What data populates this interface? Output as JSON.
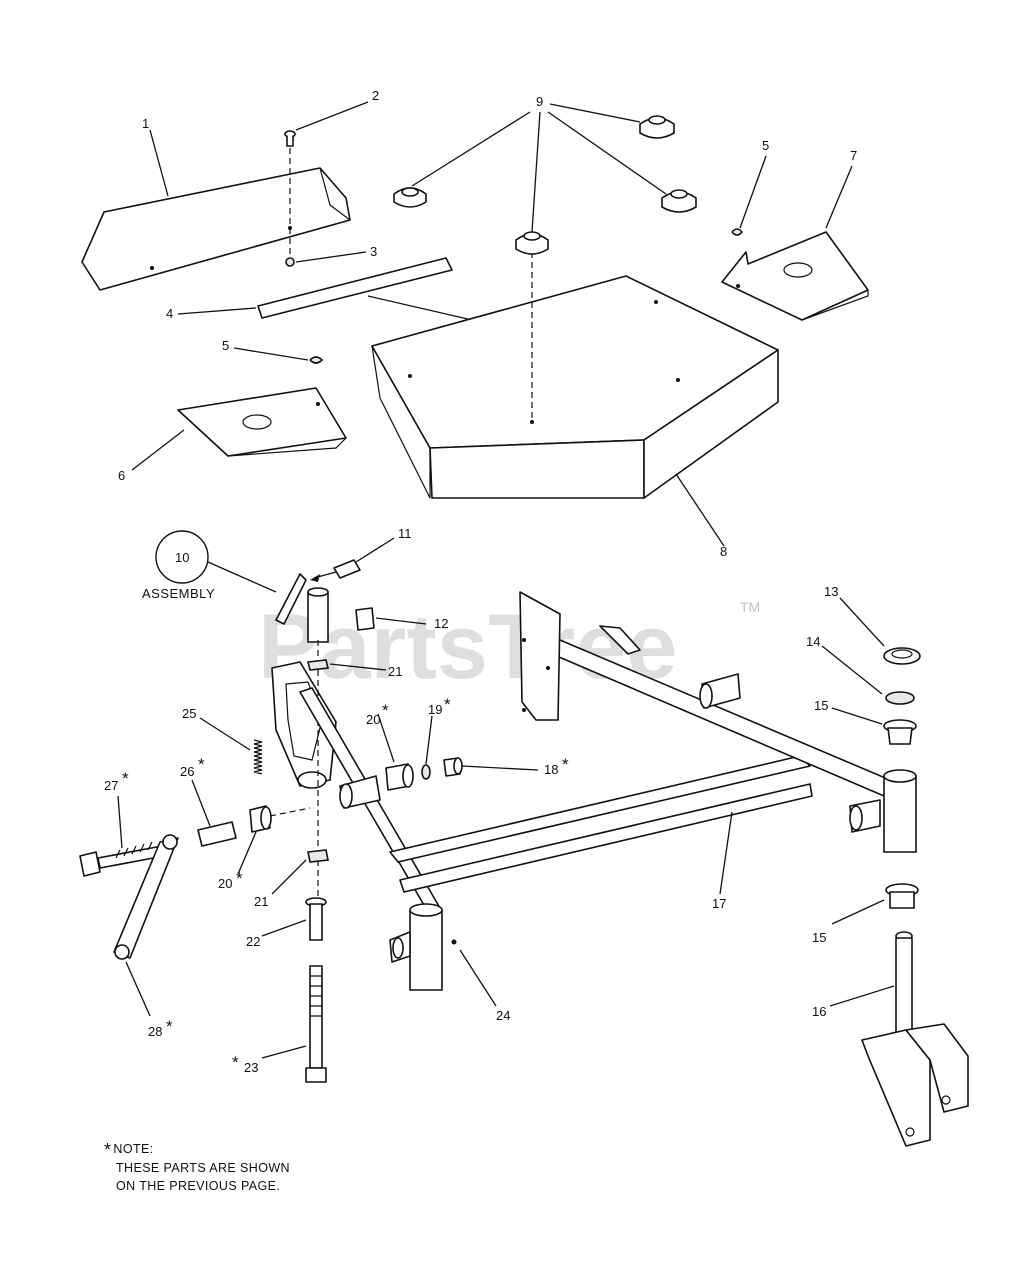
{
  "watermark": {
    "text": "PartsTree",
    "trademark": "TM"
  },
  "assembly_label": "ASSEMBLY",
  "assembly_number": "10",
  "star": "*",
  "callouts": [
    {
      "id": "c1",
      "label": "1"
    },
    {
      "id": "c2",
      "label": "2"
    },
    {
      "id": "c3",
      "label": "3"
    },
    {
      "id": "c4",
      "label": "4"
    },
    {
      "id": "c5a",
      "label": "5"
    },
    {
      "id": "c5b",
      "label": "5"
    },
    {
      "id": "c6",
      "label": "6"
    },
    {
      "id": "c7",
      "label": "7"
    },
    {
      "id": "c8",
      "label": "8"
    },
    {
      "id": "c9",
      "label": "9"
    },
    {
      "id": "c11",
      "label": "11"
    },
    {
      "id": "c12",
      "label": "12"
    },
    {
      "id": "c13",
      "label": "13"
    },
    {
      "id": "c14",
      "label": "14"
    },
    {
      "id": "c15a",
      "label": "15"
    },
    {
      "id": "c15b",
      "label": "15"
    },
    {
      "id": "c16",
      "label": "16"
    },
    {
      "id": "c17",
      "label": "17"
    },
    {
      "id": "c18",
      "label": "18"
    },
    {
      "id": "c19",
      "label": "19"
    },
    {
      "id": "c20a",
      "label": "20"
    },
    {
      "id": "c20b",
      "label": "20"
    },
    {
      "id": "c21a",
      "label": "21"
    },
    {
      "id": "c21b",
      "label": "21"
    },
    {
      "id": "c22",
      "label": "22"
    },
    {
      "id": "c23",
      "label": "23"
    },
    {
      "id": "c24",
      "label": "24"
    },
    {
      "id": "c25",
      "label": "25"
    },
    {
      "id": "c26",
      "label": "26"
    },
    {
      "id": "c27",
      "label": "27"
    },
    {
      "id": "c28",
      "label": "28"
    }
  ],
  "note": {
    "title": "NOTE:",
    "line1": "THESE PARTS ARE SHOWN",
    "line2": "ON THE PREVIOUS PAGE."
  }
}
